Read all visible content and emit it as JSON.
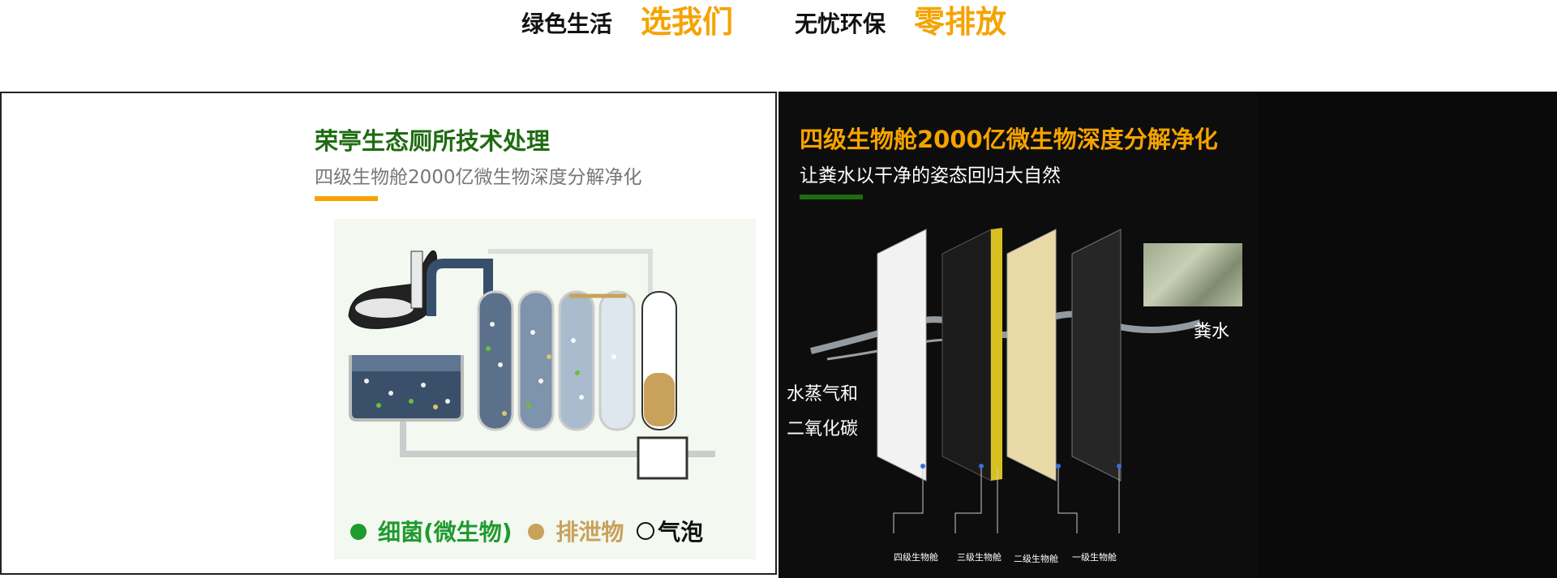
{
  "slogan": {
    "part1": "绿色生活",
    "part2": "选我们",
    "part3": "无忧环保",
    "part4": "零排放"
  },
  "left": {
    "title": "荣亭生态厕所技术处理",
    "subtitle": "四级生物舱2000亿微生物深度分解净化",
    "legend": {
      "bacteria": "细菌(微生物)",
      "waste": "排泄物",
      "bubble": "气泡"
    },
    "colors": {
      "title": "#1f6b12",
      "accent": "#f5a300"
    }
  },
  "right": {
    "title": "四级生物舱2000亿微生物深度分解净化",
    "subtitle": "让粪水以干净的姿态回归大自然",
    "output_label_1": "水蒸气和",
    "output_label_2": "二氧化碳",
    "input_label": "粪水",
    "stages": [
      "四级生物舱",
      "三级生物舱",
      "二级生物舱",
      "一级生物舱"
    ],
    "colors": {
      "title": "#f5a300",
      "accent": "#1f6b12"
    }
  }
}
